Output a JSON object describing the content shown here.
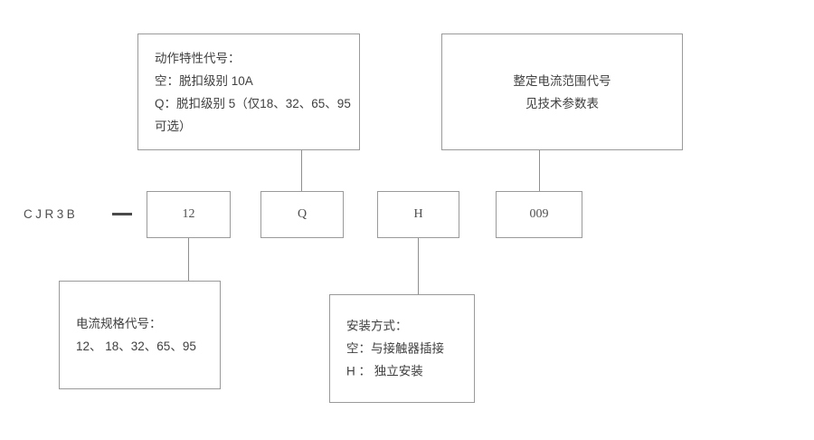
{
  "diagram": {
    "title_text": "CJR3B",
    "separator": "—",
    "model_prefix_label": "CJR3B",
    "code_boxes": [
      {
        "id": "current-rating",
        "value": "12"
      },
      {
        "id": "action-characteristic",
        "value": "Q"
      },
      {
        "id": "mounting-type",
        "value": "H"
      },
      {
        "id": "setting-current-range",
        "value": "009"
      }
    ],
    "callouts": {
      "action_characteristic": {
        "lines": [
          "动作特性代号：",
          "空：脱扣级别 10A",
          "Q：脱扣级别 5（仅18、32、65、95",
          "可选）"
        ]
      },
      "setting_current_range": {
        "lines": [
          "整定电流范围代号",
          "见技术参数表"
        ]
      },
      "current_rating": {
        "lines": [
          "电流规格代号：",
          "12、  18、32、65、95"
        ]
      },
      "mounting_type": {
        "lines": [
          "安装方式：",
          "空：与接触器插接",
          "H ： 独立安装"
        ]
      }
    },
    "colors": {
      "border": "#9a9a9a",
      "connector": "#8f8f8f",
      "text": "#4a4a4a",
      "background": "#ffffff"
    }
  }
}
